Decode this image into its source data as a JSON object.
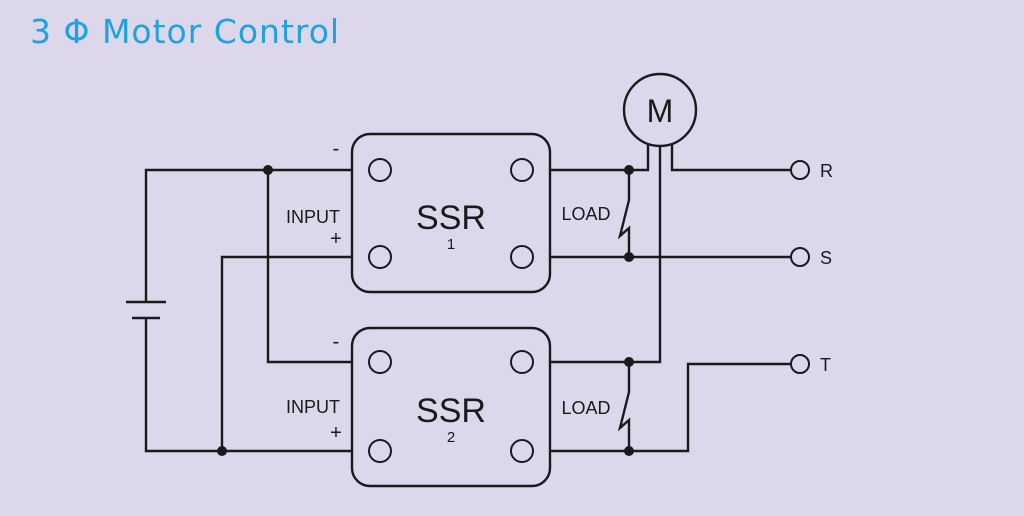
{
  "title": "3 Φ Motor Control",
  "motor_label": "M",
  "colors": {
    "background": "#dcd7eb",
    "title": "#1fa3e0",
    "wire": "#1a1a1a"
  },
  "ssr1": {
    "name": "SSR",
    "number": "1",
    "input_label": "INPUT",
    "load_label": "LOAD",
    "minus": "-",
    "plus": "+"
  },
  "ssr2": {
    "name": "SSR",
    "number": "2",
    "input_label": "INPUT",
    "load_label": "LOAD",
    "minus": "-",
    "plus": "+"
  },
  "phases": {
    "r": "R",
    "s": "S",
    "t": "T"
  }
}
